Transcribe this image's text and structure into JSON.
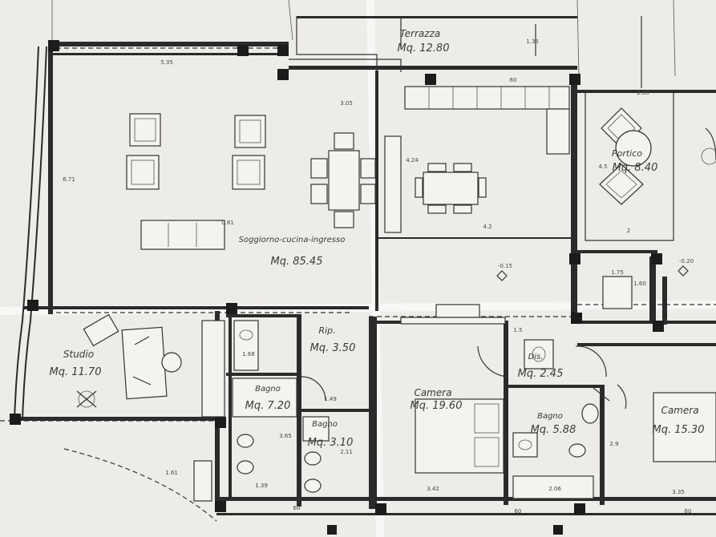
{
  "rooms": {
    "terrazza": {
      "name": "Terrazza",
      "area": "Mq. 12.80"
    },
    "soggiorno": {
      "name": "Soggiorno-cucina-ingresso",
      "area": "Mq. 85.45"
    },
    "portico": {
      "name": "Portico",
      "area": "Mq. 8.40"
    },
    "studio": {
      "name": "Studio",
      "area": "Mq. 11.70"
    },
    "rip": {
      "name": "Rip.",
      "area": "Mq. 3.50"
    },
    "bagno1": {
      "name": "Bagno",
      "area": "Mq. 7.20"
    },
    "bagno2": {
      "name": "Bagno",
      "area": "Mq. 3.10"
    },
    "camera1": {
      "name": "Camera",
      "area": "Mq. 19.60"
    },
    "dis": {
      "name": "Dis.",
      "area": "Mq. 2.45"
    },
    "bagno3": {
      "name": "Bagno",
      "area": "Mq. 5.88"
    },
    "camera2": {
      "name": "Camera",
      "area": "Mq. 15.30"
    }
  },
  "dimensions": {
    "d_5_35": "5.35",
    "d_3_05": "3.05",
    "d_60_top": "60",
    "d_1_35": "1.35",
    "d_2_85": "2.85",
    "d_4_2": "4.2",
    "d_2": "2",
    "d_6_71": "6.71",
    "d_4_24": "4.24",
    "d_0_81": "0.81",
    "d_4_5": "4.5",
    "d_level_1": "-0.15",
    "d_level_2": "-0.20",
    "d_1_75": "1.75",
    "d_1_60": "1.60",
    "d_1_5": "1.5",
    "d_1_68": "1.68",
    "d_1_49": "1.49",
    "d_3_65": "3.65",
    "d_2_11": "2.11",
    "d_1_39": "1.39",
    "d_3_42": "3.42",
    "d_2_06": "2.06",
    "d_2_9": "2.9",
    "d_3_35": "3.35",
    "d_60_b1": "60",
    "d_60_b2": "60",
    "d_60_b3": "60",
    "d_1_61": "1.61"
  }
}
